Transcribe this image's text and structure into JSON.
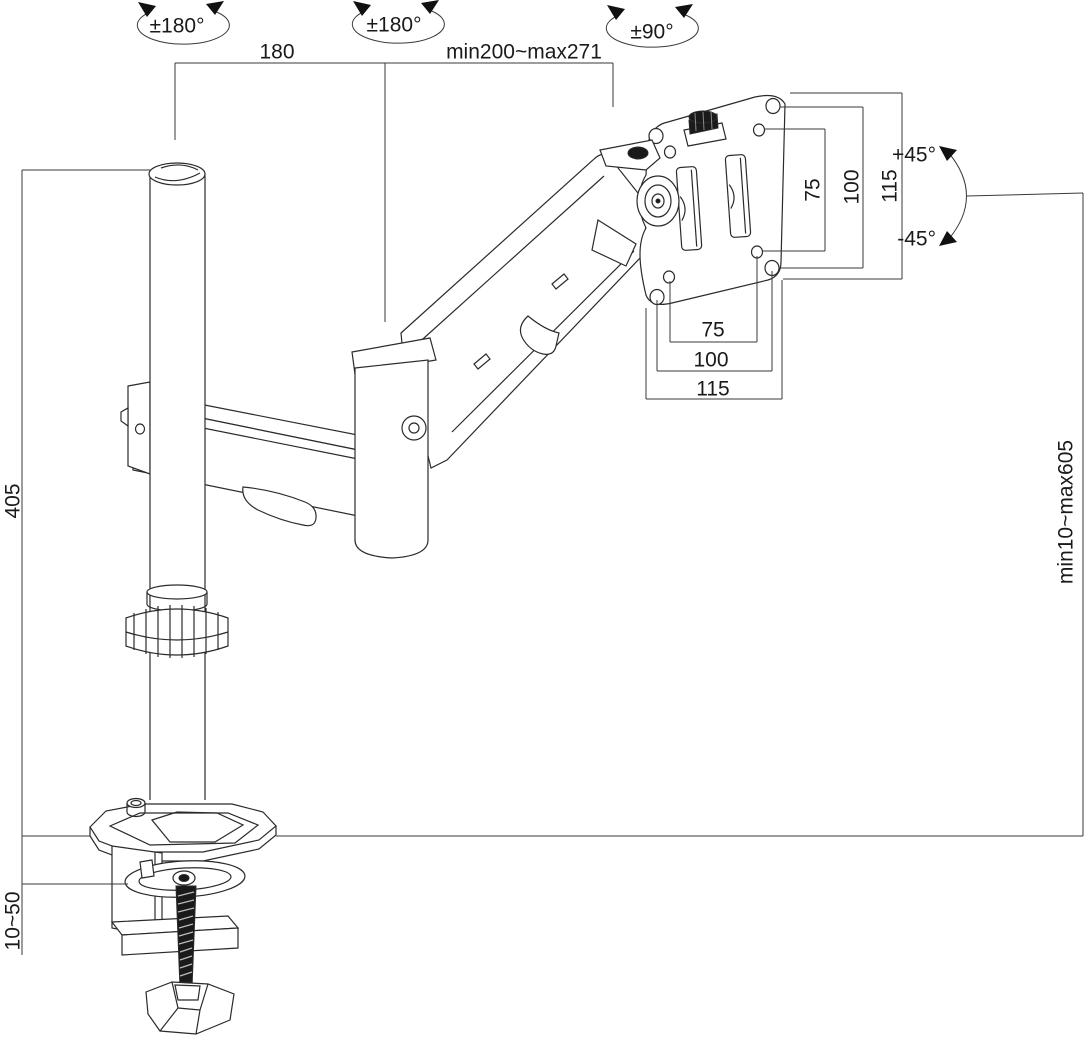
{
  "figure": {
    "type": "technical-drawing",
    "subject": "gas-spring single monitor desk mount arm"
  },
  "colors": {
    "line": "#2b2b2b",
    "text": "#1a1a1a",
    "dark_fill": "#1a1a1a",
    "background": "#ffffff"
  },
  "annotations": {
    "pole_rotation": "±180°",
    "elbow_rotation": "±180°",
    "head_rotation": "±90°",
    "tilt_up": "+45°",
    "tilt_down": "-45°",
    "upper_arm_length": "180",
    "forearm_extension": "min200~max271",
    "pole_height": "405",
    "clamp_thickness_range": "10~50",
    "height_adjust_range": "min10~max605",
    "vesa_width": {
      "inner": "75",
      "mid": "100",
      "outer": "115"
    },
    "vesa_height": {
      "inner": "75",
      "mid": "100",
      "outer": "115"
    }
  }
}
